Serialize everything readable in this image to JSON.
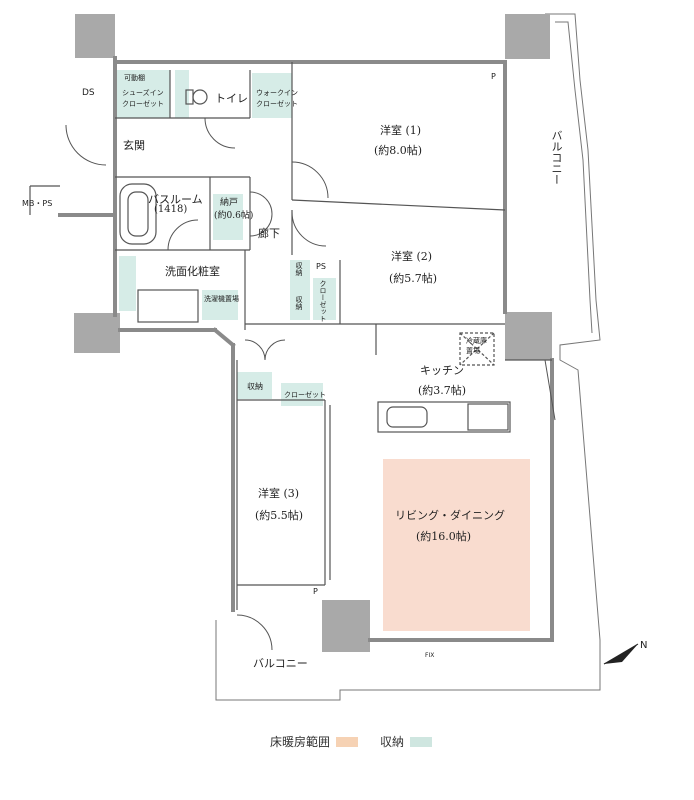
{
  "colors": {
    "heating": "#f9dccf",
    "storage": "#d6ece7",
    "wall": "#8a8a8a",
    "line": "#555555",
    "pillar": "#a9a9a9",
    "legend_heat": "#f6d2b4",
    "legend_storage": "#cfe6e0"
  },
  "rooms": {
    "yoshitsu1": {
      "name": "洋室 (1)",
      "size": "(約8.0帖)"
    },
    "yoshitsu2": {
      "name": "洋室 (2)",
      "size": "(約5.7帖)"
    },
    "yoshitsu3": {
      "name": "洋室 (3)",
      "size": "(約5.5帖)"
    },
    "kitchen": {
      "name": "キッチン",
      "size": "(約3.7帖)"
    },
    "living": {
      "name": "リビング・ダイニング",
      "size": "(約16.0帖)"
    },
    "bath": {
      "name": "バスルーム",
      "size": "(1418)"
    },
    "nando": {
      "name": "納戸",
      "size": "(約0.6帖)"
    },
    "washroom": "洗面化粧室",
    "toilet": "トイレ",
    "genkan": "玄関",
    "rouka": "廊下",
    "balcony_east": "バルコニー",
    "balcony_south": "バルコニー"
  },
  "small_labels": {
    "ds": "DS",
    "mbps": "MB・PS",
    "kadoudana": "可動棚",
    "shoes": "シューズイン\nクローゼット",
    "walkin": "ウォークイン\nクローゼット",
    "shuno_a": "収納",
    "shuno_b": "収納",
    "shuno_c": "収納",
    "closet_a": "クローゼット",
    "closet_b": "クローゼット",
    "ps": "PS",
    "p1": "P",
    "p2": "P",
    "reizoko": "冷蔵庫\n置場",
    "sentaku": "洗濯機置場",
    "fix": "FIX"
  },
  "legend": {
    "heating_label": "床暖房範囲",
    "storage_label": "収納"
  },
  "compass": "N"
}
